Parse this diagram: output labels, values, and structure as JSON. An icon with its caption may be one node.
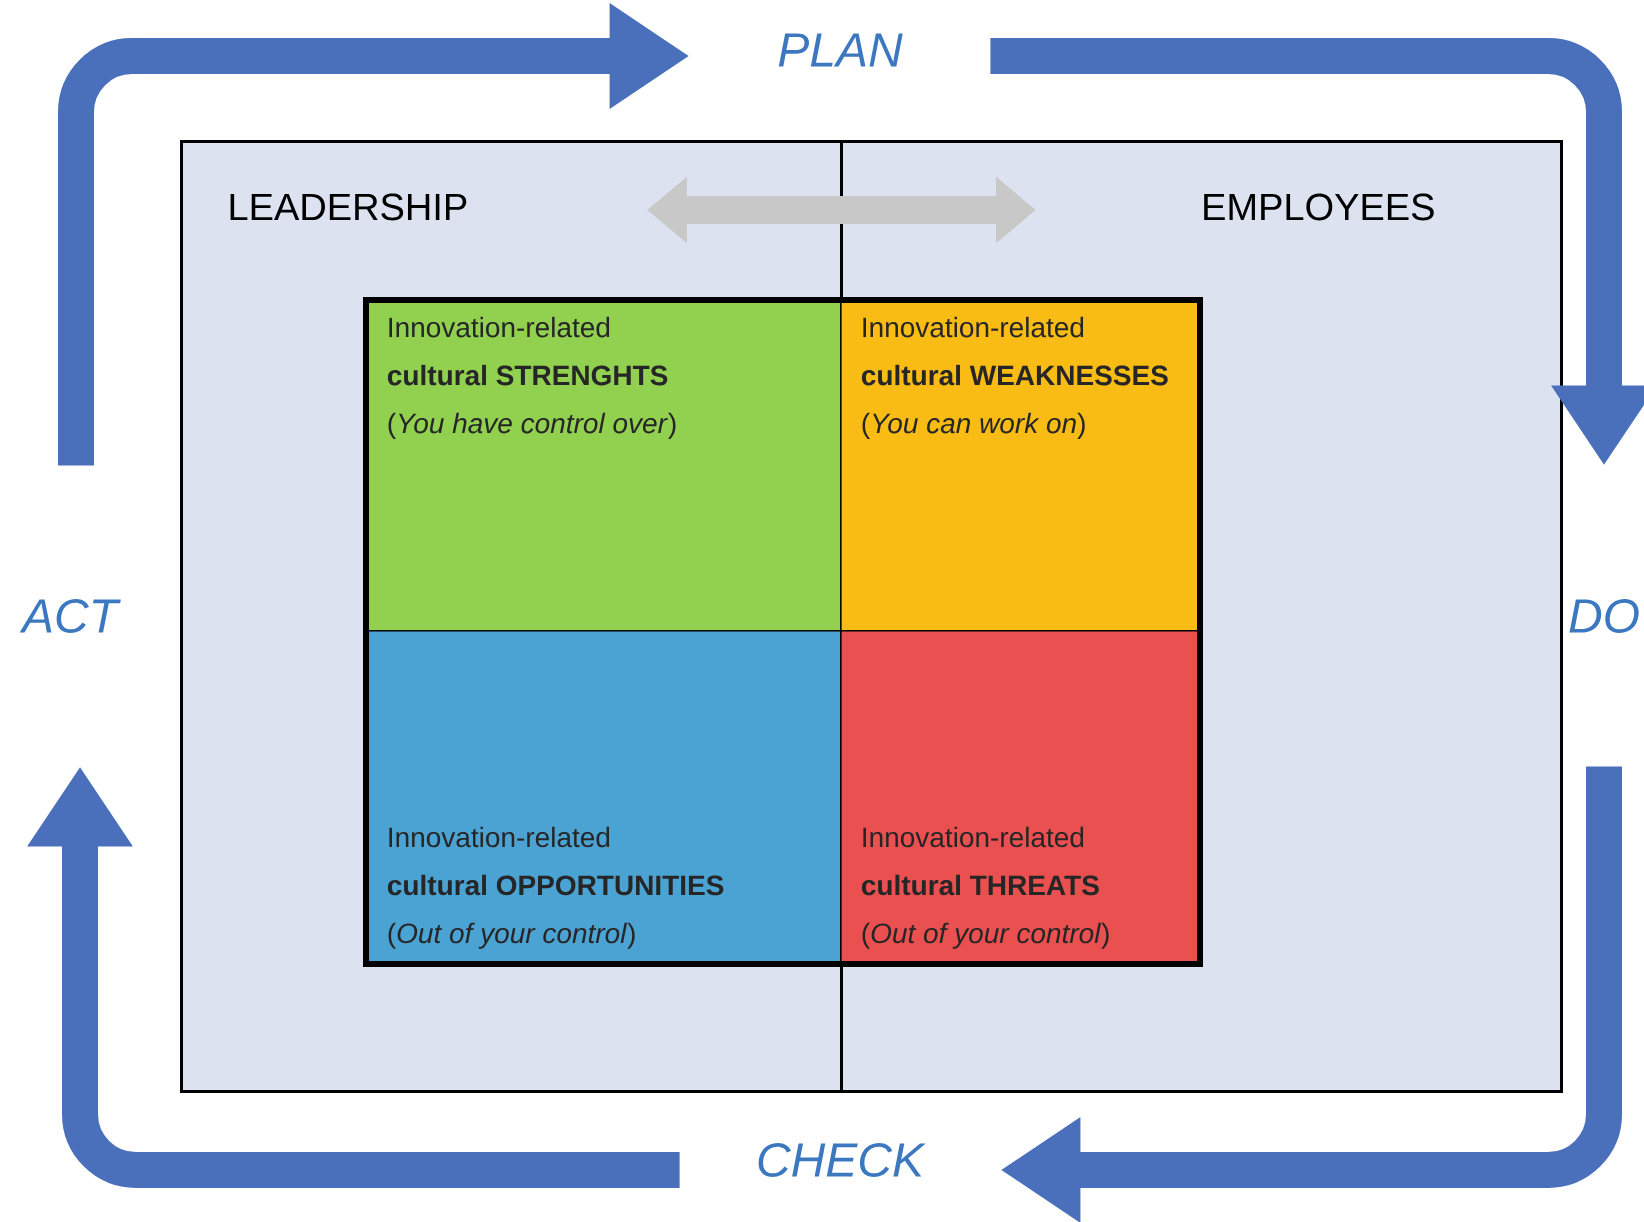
{
  "diagram": {
    "nodes": [
      {
        "text": [
          "LEADERSHIP"
        ]
      },
      {
        "text": [
          "EMPLOYEES"
        ]
      },
      {
        "text": [
          "Innovation-related",
          "cultural STRENGHTS",
          "(*You have control over*)"
        ],
        "in": 0
      },
      {
        "text": [
          "Innovation-related",
          "cultural WEAKNESSES",
          "(*You can work on*)"
        ],
        "in": 1
      },
      {
        "text": [
          "Innovation-related",
          "cultural OPPORTUNITIES",
          "(*Out of your control*)"
        ],
        "in": 0
      },
      {
        "text": [
          "Innovation-related",
          "cultural THREATS",
          "(*Out of your control*)"
        ],
        "in": 1
      },
      {
        "text": [
          "PLAN"
        ]
      },
      {
        "text": [
          "DO"
        ]
      },
      {
        "text": [
          "CHECK"
        ]
      },
      {
        "text": [
          "ACT"
        ]
      }
    ],
    "edges": [
      {
        "from": 0,
        "to": 1,
        "arrow": "both",
        "color": "#c8c8c8"
      },
      {
        "from": 9,
        "to": 6,
        "arrow": "to"
      },
      {
        "from": 6,
        "to": 7,
        "arrow": "to"
      },
      {
        "from": 7,
        "to": 8,
        "arrow": "to"
      },
      {
        "from": 8,
        "to": 9,
        "arrow": "to"
      }
    ]
  }
}
